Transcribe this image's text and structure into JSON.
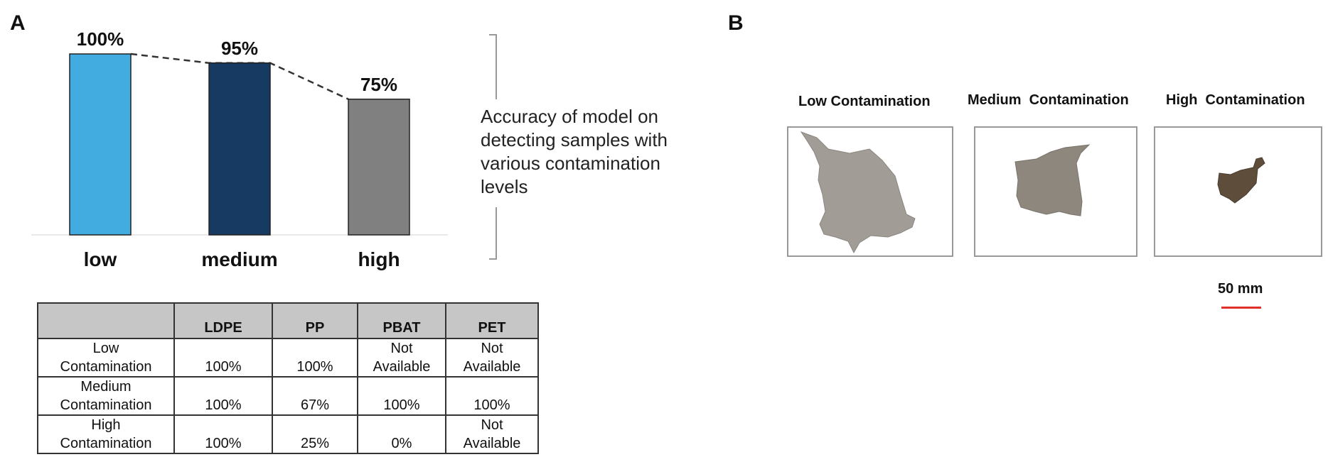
{
  "panels": {
    "a": "A",
    "b": "B"
  },
  "chart_data": {
    "type": "bar",
    "categories": [
      "low",
      "medium",
      "high"
    ],
    "values": [
      100,
      95,
      75
    ],
    "value_labels": [
      "100%",
      "95%",
      "75%"
    ],
    "colors": [
      "#42ace0",
      "#163a62",
      "#808080"
    ],
    "ylim": [
      0,
      100
    ],
    "grid": false,
    "trend_line": "dashed"
  },
  "caption": "Accuracy of model on detecting samples with various contamination levels",
  "table": {
    "headers": [
      "",
      "LDPE",
      "PP",
      "PBAT",
      "PET"
    ],
    "rows": [
      {
        "label": [
          "Low",
          "Contamination"
        ],
        "cells": [
          "100%",
          "100%",
          "Not\nAvailable",
          "Not\nAvailable"
        ]
      },
      {
        "label": [
          "Medium",
          "Contamination"
        ],
        "cells": [
          "100%",
          "67%",
          "100%",
          "100%"
        ]
      },
      {
        "label": [
          "High",
          "Contamination"
        ],
        "cells": [
          "100%",
          "25%",
          "0%",
          "Not\nAvailable"
        ]
      }
    ]
  },
  "samples": [
    {
      "label": "Low Contamination",
      "color": "#a29c97"
    },
    {
      "label": "Medium  Contamination",
      "color": "#8e877d"
    },
    {
      "label": "High  Contamination",
      "color": "#5d4d3a"
    }
  ],
  "scale_bar": {
    "label": "50 mm",
    "color": "#e0302a"
  }
}
